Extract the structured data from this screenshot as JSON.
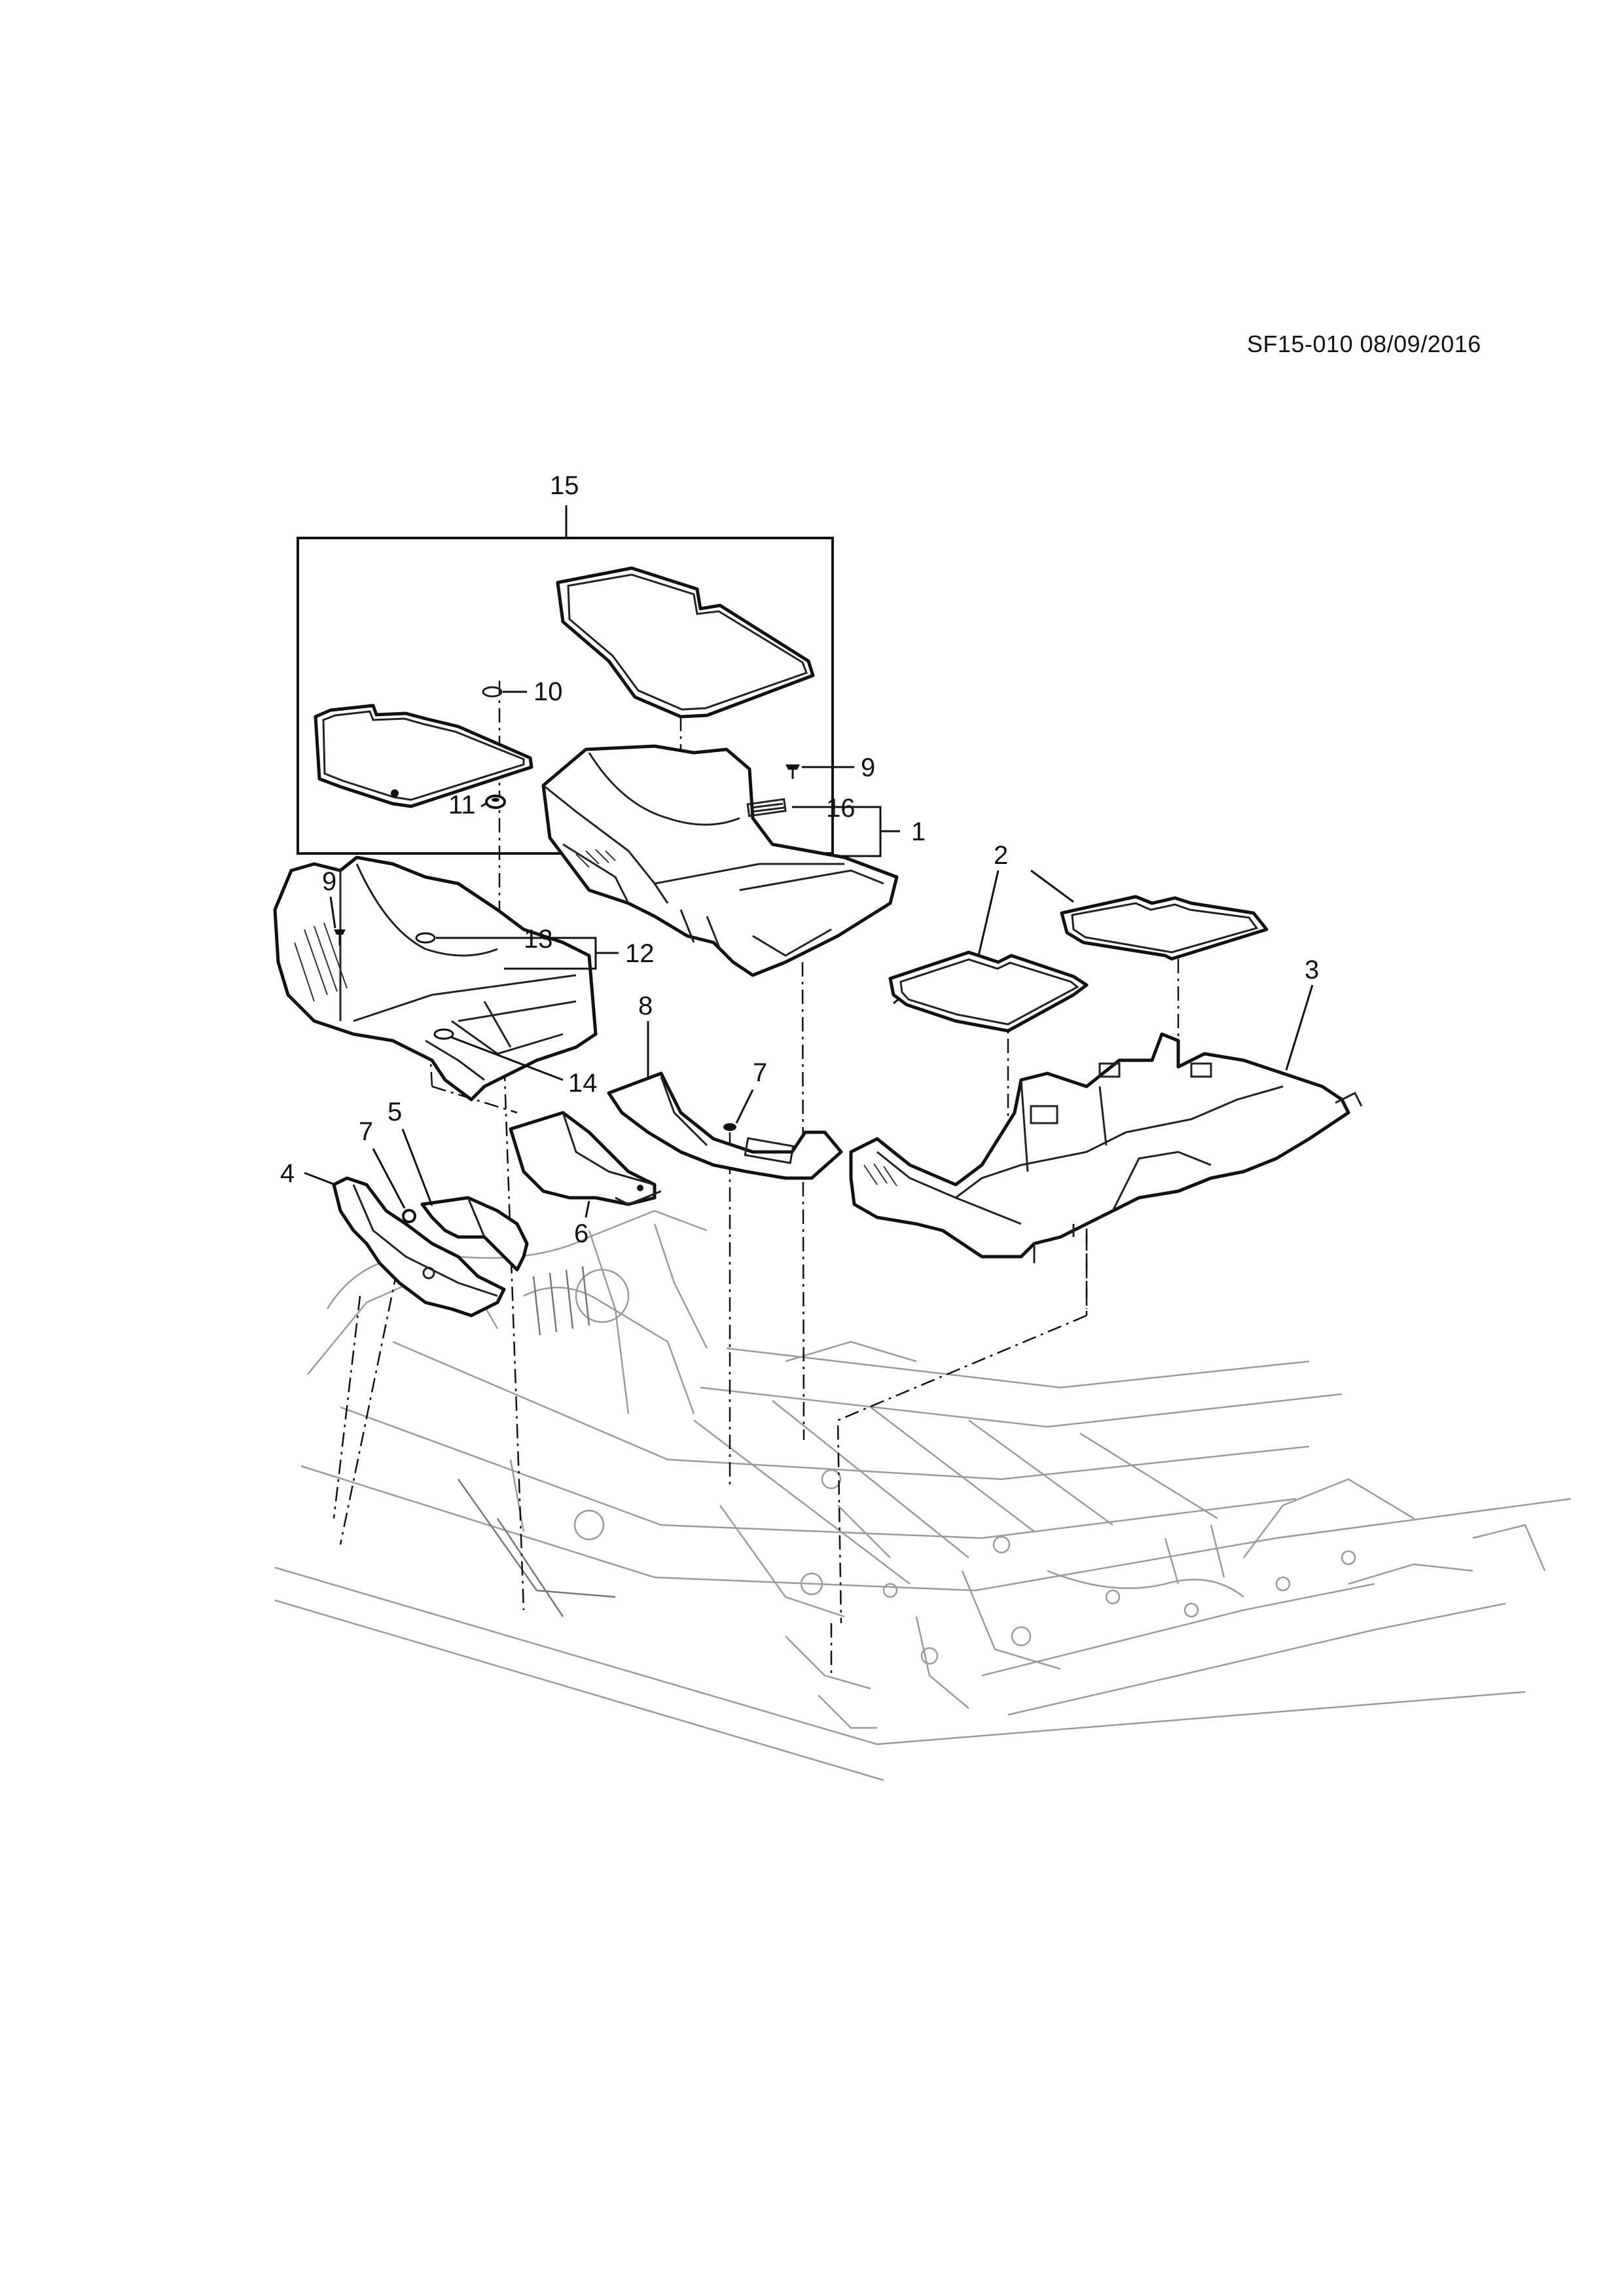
{
  "header": {
    "doc_ref": "SF15-010 08/09/2016"
  },
  "callouts": [
    "15",
    "10",
    "11",
    "9",
    "16",
    "1",
    "2",
    "3",
    "9",
    "13",
    "12",
    "14",
    "8",
    "7",
    "5",
    "7",
    "4",
    "6"
  ],
  "colors": {
    "line": "#111111",
    "floor_line": "#9a9a9a",
    "background": "#ffffff"
  }
}
